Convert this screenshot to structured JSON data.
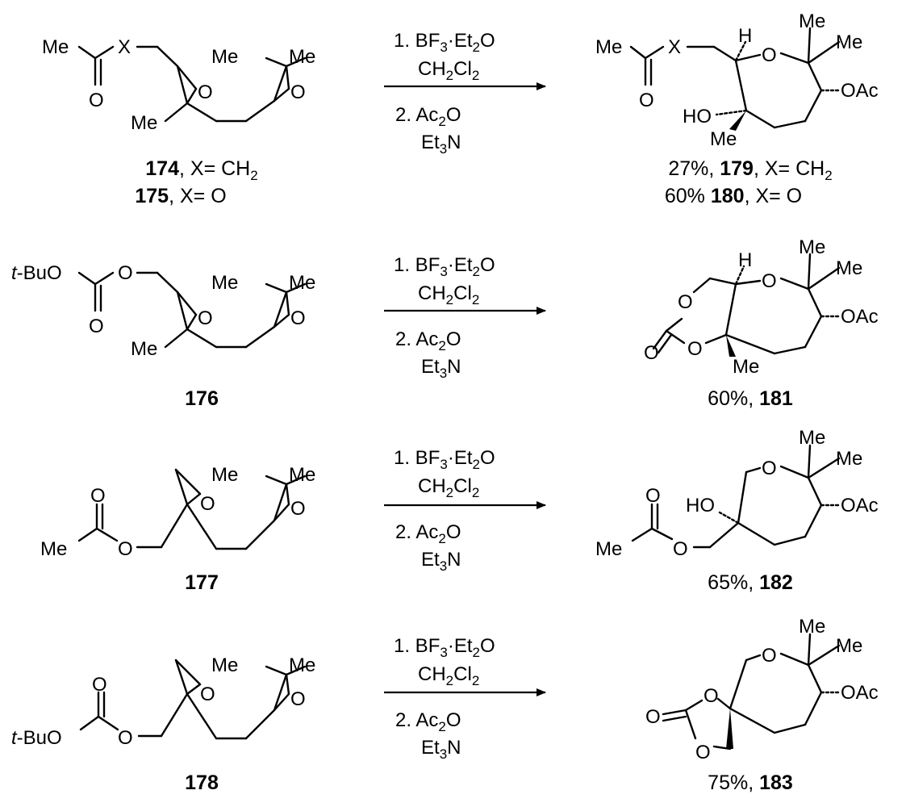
{
  "atoms": {
    "me": "Me",
    "x": "X",
    "o": "O",
    "h": "H",
    "ho": "HO",
    "oac": "OAc",
    "tbuo_italic": "t",
    "tbuo_rest": "-BuO"
  },
  "conditions": {
    "step1_a": "1. BF",
    "step1_sub": "3",
    "step1_b": "·Et",
    "step1_sub2": "2",
    "step1_c": "O",
    "solvent_a": "CH",
    "solvent_sub": "2",
    "solvent_b": "Cl",
    "solvent_sub2": "2",
    "step2_a": "2. Ac",
    "step2_sub": "2",
    "step2_b": "O",
    "base_a": "Et",
    "base_sub": "3",
    "base_b": "N"
  },
  "reactions": [
    {
      "sm_labels": [
        {
          "num": "174",
          "rest": ", X= CH",
          "sub": "2"
        },
        {
          "num": "175",
          "rest": ", X= O",
          "sub": ""
        }
      ],
      "product_labels": [
        {
          "pre": "27%, ",
          "num": "179",
          "rest": ", X= CH",
          "sub": "2"
        },
        {
          "pre": "60%  ",
          "num": "180",
          "rest": ", X= O",
          "sub": ""
        }
      ]
    },
    {
      "sm_labels": [
        {
          "num": "176",
          "rest": "",
          "sub": ""
        }
      ],
      "product_labels": [
        {
          "pre": "60%, ",
          "num": "181",
          "rest": "",
          "sub": ""
        }
      ]
    },
    {
      "sm_labels": [
        {
          "num": "177",
          "rest": "",
          "sub": ""
        }
      ],
      "product_labels": [
        {
          "pre": "65%, ",
          "num": "182",
          "rest": "",
          "sub": ""
        }
      ]
    },
    {
      "sm_labels": [
        {
          "num": "178",
          "rest": "",
          "sub": ""
        }
      ],
      "product_labels": [
        {
          "pre": "75%, ",
          "num": "183",
          "rest": "",
          "sub": ""
        }
      ]
    }
  ]
}
